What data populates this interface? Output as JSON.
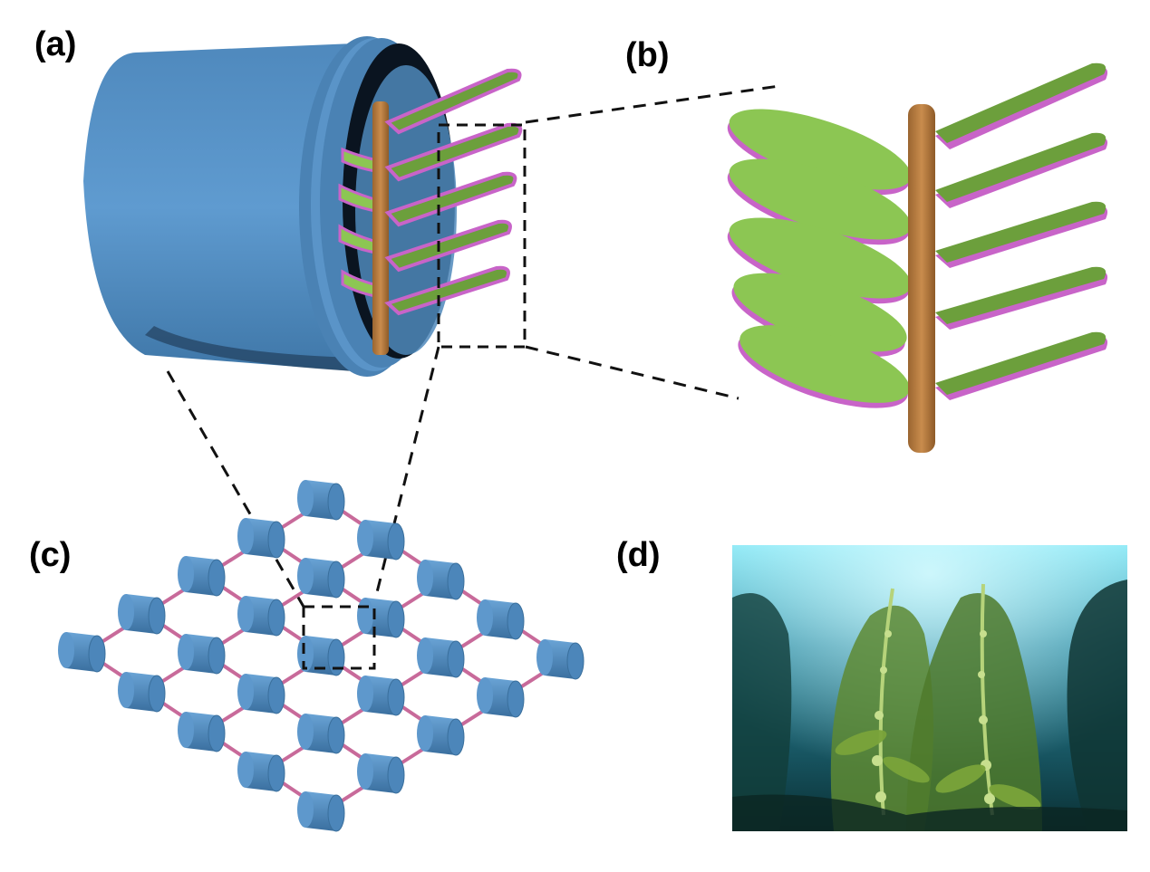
{
  "figure": {
    "panel_labels": {
      "a": "(a)",
      "b": "(b)",
      "c": "(c)",
      "d": "(d)"
    },
    "colors": {
      "cylinder_body": "#5b96c9",
      "cylinder_dark": "#3a6f9c",
      "cylinder_inner": "#0b1520",
      "stem": "#b67a3e",
      "stem_dark": "#8a5a2a",
      "leaf_light": "#8cc653",
      "leaf_dark": "#5e8f34",
      "leaf_edge": "#c864c8",
      "connector": "#c86a9a",
      "dashed_line": "#111111",
      "water_top": "#5fd4ea",
      "water_bottom": "#0e3d45",
      "kelp_green": "#7aa43a"
    },
    "icons": [
      "single-cylinder-unit",
      "leaf-stem-detail",
      "cylinder-array",
      "kelp-forest-photo"
    ]
  }
}
